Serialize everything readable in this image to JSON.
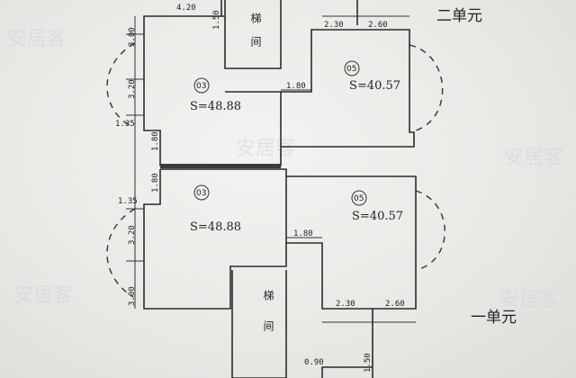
{
  "units": {
    "upper": "二单元",
    "lower": "一单元"
  },
  "stairs": "梯间",
  "watermark": "安居客",
  "rooms": {
    "upper_left": {
      "badge": "03",
      "area": "S=48.88"
    },
    "upper_right": {
      "badge": "05",
      "area": "S=40.57"
    },
    "lower_left": {
      "badge": "03",
      "area": "S=48.88"
    },
    "lower_right": {
      "badge": "05",
      "area": "S=40.57"
    }
  },
  "dims": {
    "top_4_20": "4.20",
    "top_1_50": "1.50",
    "top_2_30": "2.30",
    "top_2_60": "2.60",
    "left_3_00_a": "3.00",
    "left_3_20_a": "3.20",
    "left_1_35_a": "1.35",
    "mid_1_80_a": "1.80",
    "center_1_80_a": "1.80",
    "center_1_80_b": "1.80",
    "left_1_35_b": "1.35",
    "left_3_20_b": "3.20",
    "left_3_00_b": "3.00",
    "mid_1_80_b": "1.80",
    "bottom_2_30": "2.30",
    "bottom_2_60": "2.60",
    "bottom_0_90": "0.90",
    "bottom_1_50": "1.50"
  }
}
